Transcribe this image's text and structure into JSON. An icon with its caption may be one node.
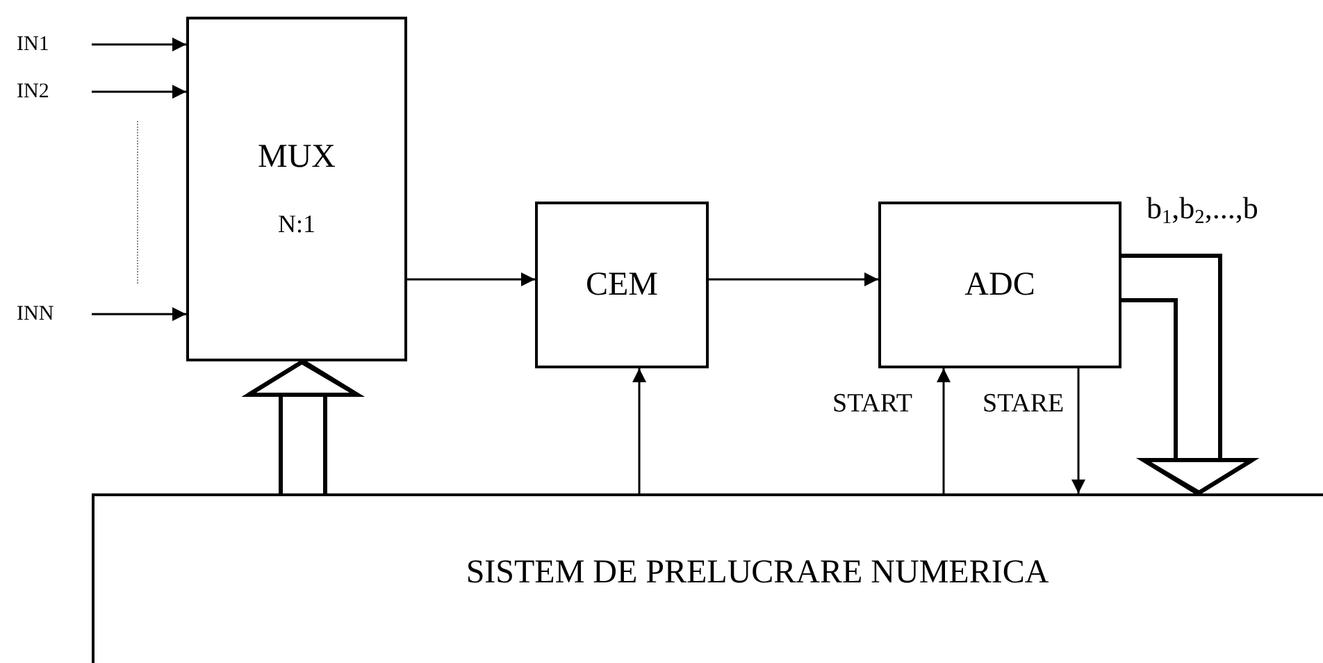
{
  "diagram": {
    "nodes": [
      {
        "text": [
          "IN1"
        ]
      },
      {
        "text": [
          "IN2"
        ]
      },
      {
        "text": [
          "INN"
        ]
      },
      {
        "text": [
          "MUX",
          "N:1"
        ]
      },
      {
        "text": [
          "CEM"
        ]
      },
      {
        "text": [
          "ADC"
        ]
      },
      {
        "text": [
          "SISTEM DE PRELUCRARE NUMERICA"
        ]
      }
    ],
    "edges": [
      {
        "from": 0,
        "to": 3,
        "arrow": "to"
      },
      {
        "from": 1,
        "to": 3,
        "arrow": "to"
      },
      {
        "from": 2,
        "to": 3,
        "arrow": "to"
      },
      {
        "from": 3,
        "to": 4,
        "arrow": "to"
      },
      {
        "from": 4,
        "to": 5,
        "arrow": "to"
      },
      {
        "from": 6,
        "to": 3,
        "arrow": "to",
        "style": "thick"
      },
      {
        "from": 6,
        "to": 4,
        "arrow": "to"
      },
      {
        "from": 6,
        "to": 5,
        "arrow": "to",
        "label": "START"
      },
      {
        "from": 5,
        "to": 6,
        "arrow": "to",
        "label": "STARE"
      },
      {
        "from": 5,
        "to": 6,
        "arrow": "to",
        "style": "thick",
        "label": "b$_{1}$,b$_{2}$,...,b"
      }
    ]
  }
}
